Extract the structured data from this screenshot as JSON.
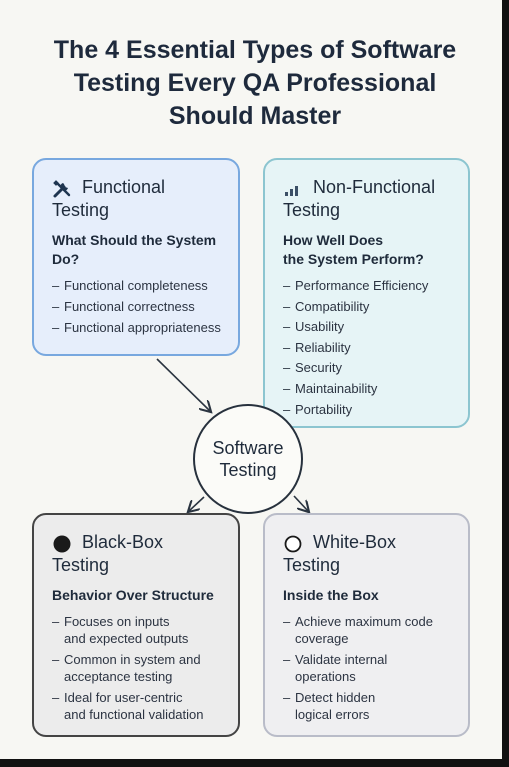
{
  "title": {
    "line1": "The 4 Essential Types of Software",
    "line2": "Testing Every QA Professional",
    "line3": "Should Master"
  },
  "center": {
    "line1": "Software",
    "line2": "Testing"
  },
  "cards": {
    "functional": {
      "icon": "tools-icon",
      "title_line1": "Functional",
      "title_line2": "Testing",
      "subtitle_line1": "What Should the System",
      "subtitle_line2": "Do?",
      "items": [
        "Functional completeness",
        "Functional correctness",
        "Functional appropriateness"
      ]
    },
    "nonfunctional": {
      "icon": "signal-bars-icon",
      "title_line1": "Non-Functional",
      "title_line2": "Testing",
      "subtitle_line1": "How Well Does",
      "subtitle_line2": "the System Perform?",
      "items": [
        "Performance Efficiency",
        "Compatibility",
        "Usability",
        "Reliability",
        "Security",
        "Maintainability",
        "Portability"
      ]
    },
    "blackbox": {
      "icon": "filled-circle-icon",
      "title_line1": "Black-Box",
      "title_line2": "Testing",
      "subtitle": "Behavior Over Structure",
      "items": [
        {
          "line1": "Focuses on inputs",
          "line2": "and expected outputs"
        },
        {
          "line1": "Common in system and",
          "line2": "acceptance testing"
        },
        {
          "line1": "Ideal for user-centric",
          "line2": "and functional validation"
        }
      ]
    },
    "whitebox": {
      "icon": "hollow-circle-icon",
      "title_line1": "White-Box",
      "title_line2": "Testing",
      "subtitle": "Inside the Box",
      "items": [
        {
          "line1": "Achieve maximum code",
          "line2": "coverage"
        },
        {
          "line1": "Validate internal",
          "line2": "operations"
        },
        {
          "line1": "Detect hidden",
          "line2": "logical errors"
        }
      ]
    }
  },
  "colors": {
    "functional_bg": "#e6eefb",
    "functional_border": "#78a8df",
    "nonfunctional_bg": "#e6f4f6",
    "nonfunctional_border": "#8cc5d0",
    "blackbox_bg": "#ececec",
    "blackbox_border": "#444444",
    "whitebox_bg": "#efeff1",
    "whitebox_border": "#b9bcc8"
  }
}
